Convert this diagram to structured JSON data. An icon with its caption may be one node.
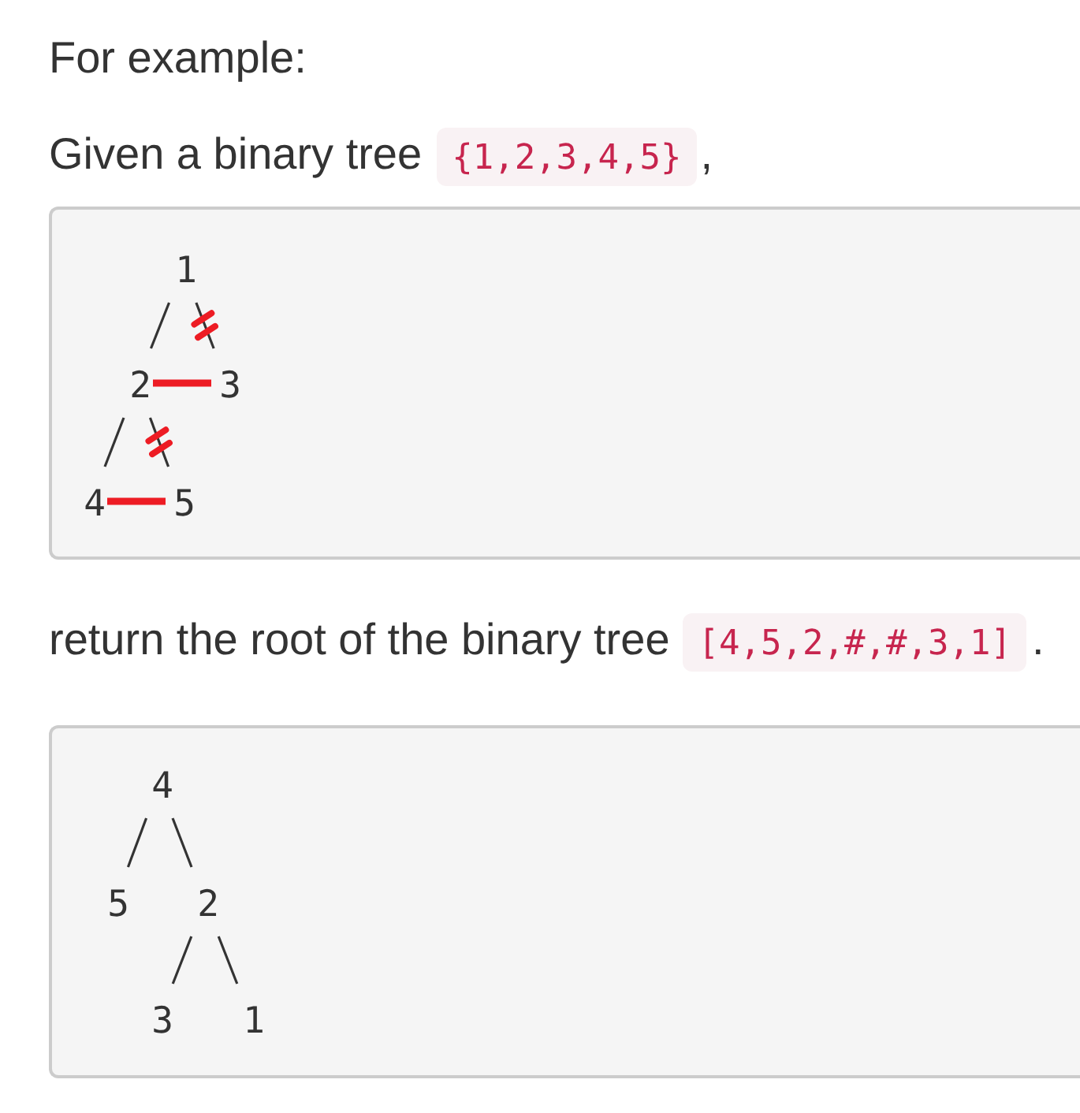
{
  "diagram": {
    "nodes": [
      {
        "text": [],
        "shape": "box"
      },
      {
        "text": [
          "1"
        ],
        "in": 0
      },
      {
        "text": [
          "2"
        ],
        "in": 0
      },
      {
        "text": [
          "3"
        ],
        "in": 0
      },
      {
        "text": [
          "4"
        ],
        "in": 0
      },
      {
        "text": [
          "5"
        ],
        "in": 0
      },
      {
        "text": [],
        "shape": "box"
      },
      {
        "text": [
          "4"
        ],
        "in": 6
      },
      {
        "text": [
          "5"
        ],
        "in": 6
      },
      {
        "text": [
          "2"
        ],
        "in": 6
      },
      {
        "text": [
          "3"
        ],
        "in": 6
      },
      {
        "text": [
          "1"
        ],
        "in": 6
      }
    ],
    "edges": [
      {
        "from": 1,
        "to": 2,
        "arrow": "none"
      },
      {
        "from": 1,
        "to": 3,
        "arrow": "none"
      },
      {
        "from": 2,
        "to": 3,
        "arrow": "none",
        "style": "thick",
        "color": "#ed1c24"
      },
      {
        "from": 2,
        "to": 4,
        "arrow": "none"
      },
      {
        "from": 2,
        "to": 5,
        "arrow": "none"
      },
      {
        "from": 4,
        "to": 5,
        "arrow": "none",
        "style": "thick",
        "color": "#ed1c24"
      },
      {
        "from": 7,
        "to": 8,
        "arrow": "none"
      },
      {
        "from": 7,
        "to": 9,
        "arrow": "none"
      },
      {
        "from": 9,
        "to": 10,
        "arrow": "none"
      },
      {
        "from": 9,
        "to": 11,
        "arrow": "none"
      }
    ],
    "labels": [
      "For example:",
      "Given a binary tree",
      "{1,2,3,4,5}",
      ",",
      "return the root of the binary tree",
      "[4,5,2,#,#,3,1]",
      "."
    ]
  }
}
